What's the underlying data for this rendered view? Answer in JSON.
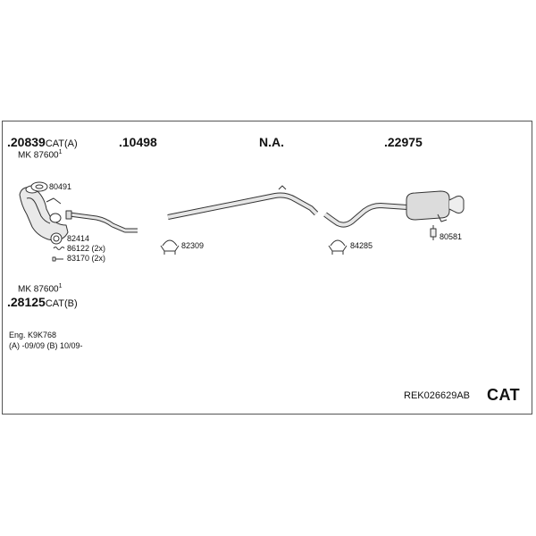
{
  "header_parts": {
    "part1_main": ".20839",
    "part1_suffix": "CAT(A)",
    "part1_mk": "MK 87600",
    "part1_mk_sup": "1",
    "part2": ".10498",
    "part3": "N.A.",
    "part4": ".22975"
  },
  "footer_parts": {
    "part5_mk": "MK 87600",
    "part5_mk_sup": "1",
    "part5_main": ".28125",
    "part5_suffix": "CAT(B)"
  },
  "accessories": {
    "a1": "80491",
    "a2": "82414",
    "a3": "86122 (2x)",
    "a4": "83170 (2x)",
    "a5": "82309",
    "a6": "84285",
    "a7": "80581"
  },
  "notes": {
    "engine": "Eng. K9K768",
    "years": "(A) -09/09 (B) 10/09-"
  },
  "reference": {
    "code": "REK026629AB",
    "category": "CAT"
  }
}
